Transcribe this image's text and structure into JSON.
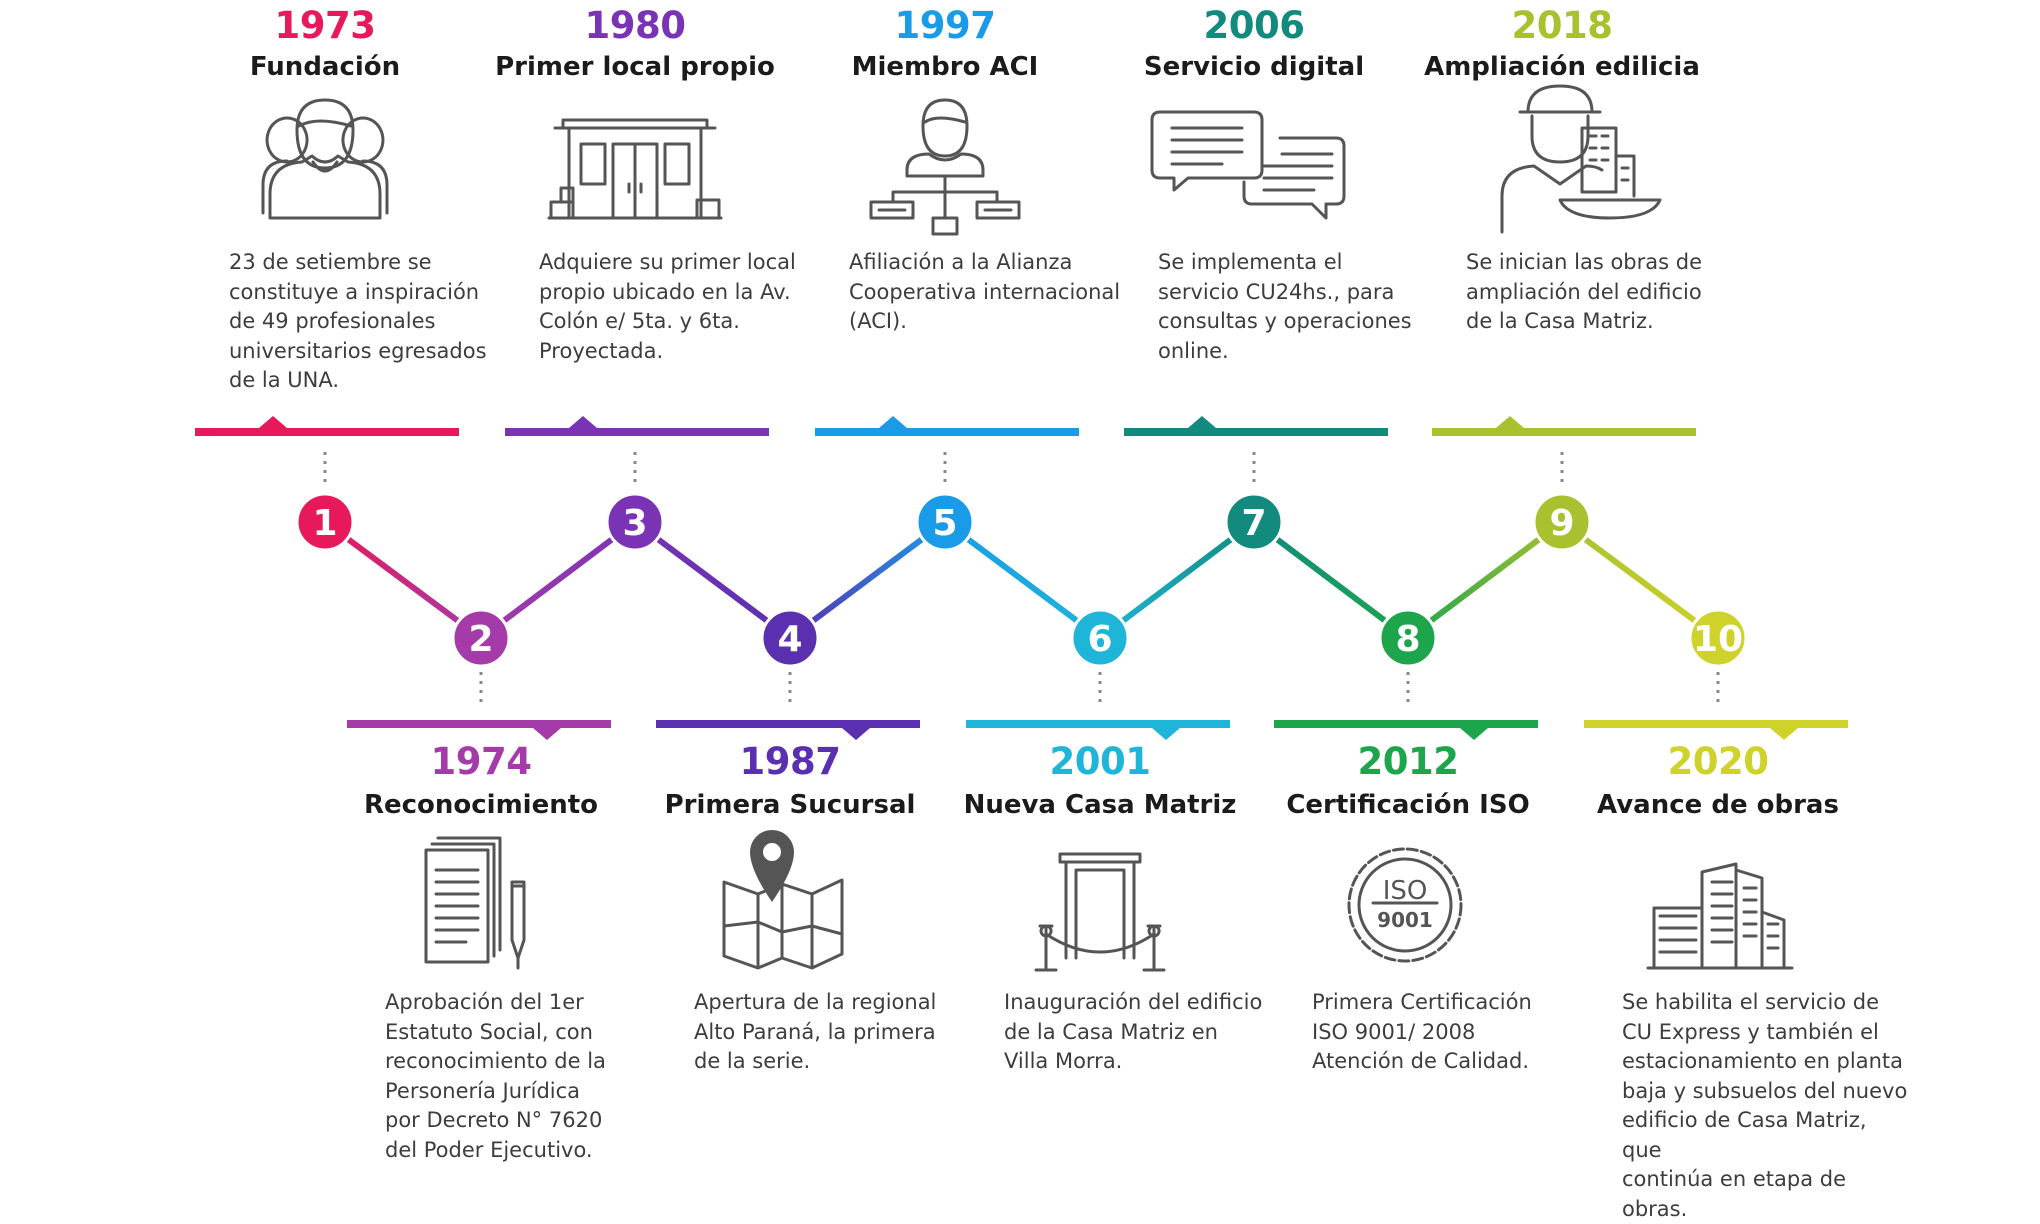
{
  "events": [
    {
      "number": "1",
      "year": "1973",
      "title": "Fundación",
      "icon": "people-group-icon",
      "color": "#e8195a",
      "description": "23 de setiembre se\nconstituye a inspiración\nde 49 profesionales\nuniversitarios egresados\nde la UNA."
    },
    {
      "number": "2",
      "year": "1974",
      "title": "Reconocimiento",
      "icon": "document-pen-icon",
      "color": "#a43ba8",
      "description": "Aprobación del 1er\nEstatuto Social, con\nreconocimiento de la\nPersonería Jurídica\npor Decreto N° 7620\ndel Poder Ejecutivo."
    },
    {
      "number": "3",
      "year": "1980",
      "title": "Primer local propio",
      "icon": "storefront-icon",
      "color": "#7a33b5",
      "description": "Adquiere su primer local\npropio ubicado en la Av.\nColón e/ 5ta. y 6ta.\nProyectada."
    },
    {
      "number": "4",
      "year": "1987",
      "title": "Primera Sucursal",
      "icon": "map-pin-icon",
      "color": "#5a2fb0",
      "description": "Apertura de la regional\nAlto Paraná, la primera\nde la serie."
    },
    {
      "number": "5",
      "year": "1997",
      "title": "Miembro ACI",
      "icon": "network-person-icon",
      "color": "#1a9be8",
      "description": "Afiliación a la Alianza\nCooperativa internacional\n(ACI)."
    },
    {
      "number": "6",
      "year": "2001",
      "title": "Nueva Casa Matriz",
      "icon": "doorway-rope-icon",
      "color": "#1fb5d8",
      "description": "Inauguración del edificio\nde la Casa Matriz en\nVilla Morra."
    },
    {
      "number": "7",
      "year": "2006",
      "title": "Servicio digital",
      "icon": "chat-bubbles-icon",
      "color": "#128a7e",
      "description": "Se implementa el\nservicio CU24hs., para\nconsultas y operaciones\nonline."
    },
    {
      "number": "8",
      "year": "2012",
      "title": "Certificación ISO",
      "icon": "iso-seal-icon",
      "color": "#1da54c",
      "description": "Primera Certificación\nISO 9001/ 2008\nAtención de Calidad."
    },
    {
      "number": "9",
      "year": "2018",
      "title": "Ampliación edilicia",
      "icon": "construction-worker-icon",
      "color": "#a9c12f",
      "description": "Se inician las obras de\nampliación del edificio\nde la Casa Matriz."
    },
    {
      "number": "10",
      "year": "2020",
      "title": "Avance de obras",
      "icon": "buildings-icon",
      "color": "#cfd22a",
      "description": "Se habilita el servicio de\nCU Express y también el\nestacionamiento en planta\nbaja y subsuelos del nuevo\nedificio de Casa Matriz, que\ncontinúa en etapa de obras."
    }
  ],
  "icons": {
    "iso_seal": {
      "line1": "ISO",
      "line2": "9001"
    }
  }
}
